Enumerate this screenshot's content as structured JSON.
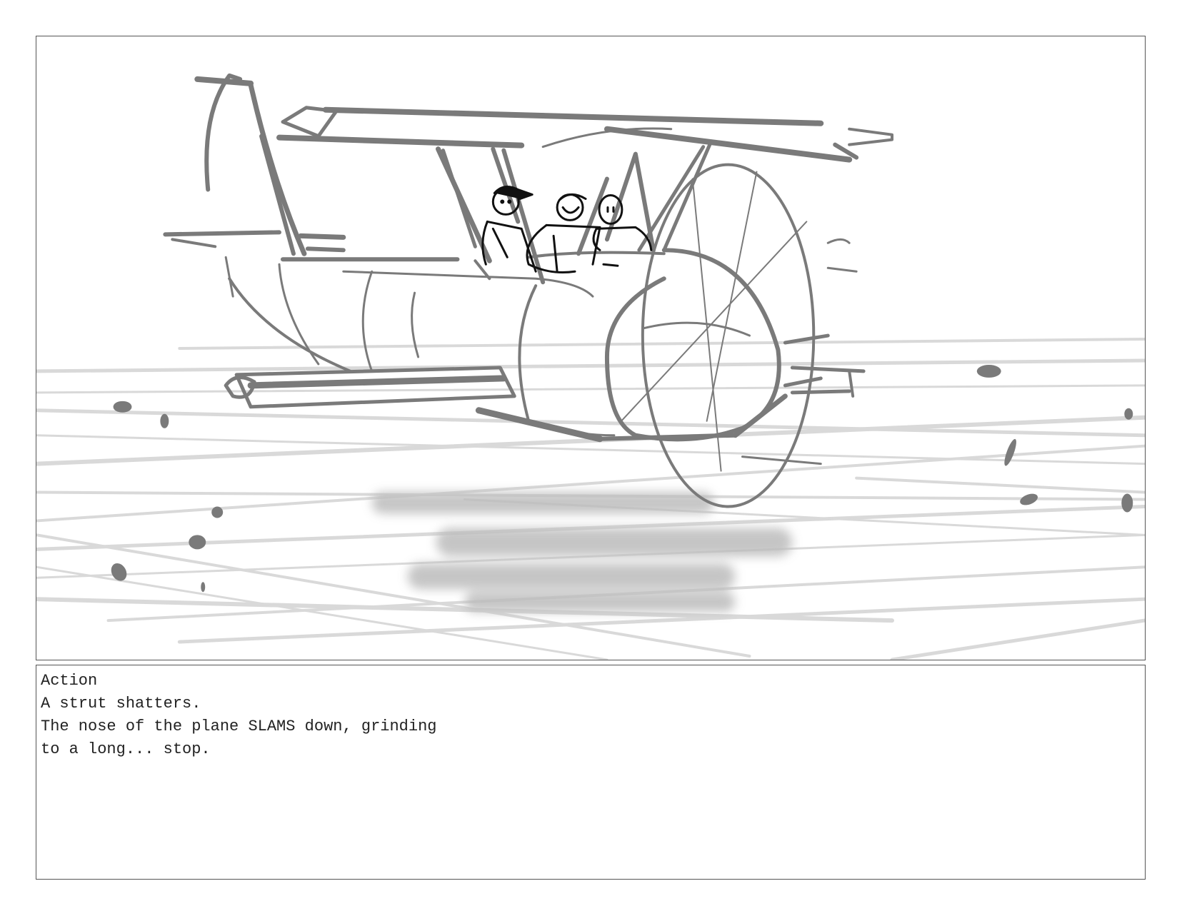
{
  "panel": {
    "image_description_icon": "biplane-sketch-icon"
  },
  "notes": {
    "heading": "Action",
    "lines": [
      "A strut shatters.",
      "The nose of the plane SLAMS down, grinding",
      "to a long... stop."
    ]
  },
  "colors": {
    "sketch_gray": "#7a7a7a",
    "sketch_black": "#111111",
    "border": "#555555"
  }
}
